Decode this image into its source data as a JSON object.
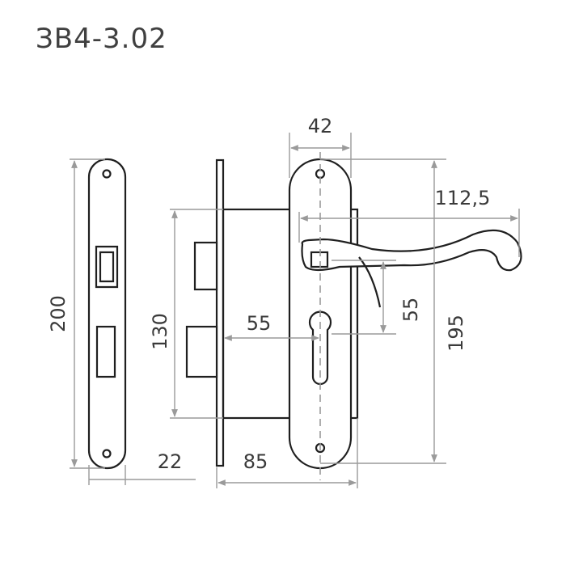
{
  "title": "ЗВ4-3.02",
  "dimensions": {
    "faceplate_height": "200",
    "faceplate_width": "22",
    "body_height": "130",
    "backset": "55",
    "body_depth": "85",
    "rosette_width": "42",
    "handle_length": "112,5",
    "handle_to_cylinder": "55",
    "rosette_height": "195"
  },
  "colors": {
    "outline": "#1f1f1f",
    "dimension_lines": "#9a9a9a",
    "text": "#3a3a3a"
  }
}
